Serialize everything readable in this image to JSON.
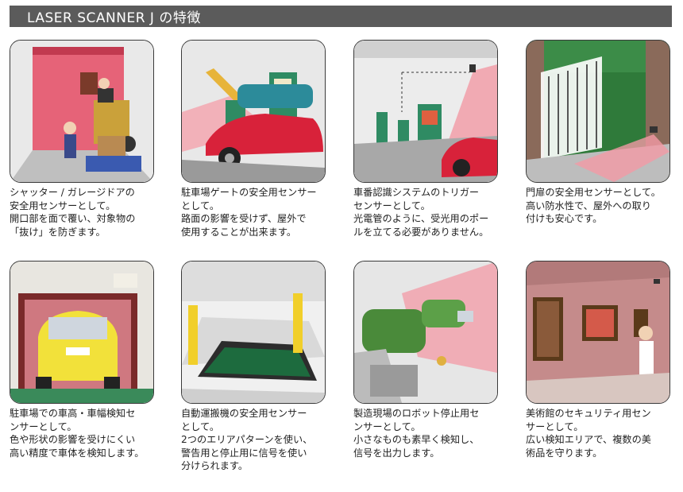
{
  "header": {
    "title": "LASER SCANNER J の特徴"
  },
  "cards": [
    {
      "lines": [
        "シャッター / ガレージドアの",
        "安全用センサーとして。",
        "開口部を面で覆い、対象物の",
        "「抜け」を防ぎます。"
      ]
    },
    {
      "lines": [
        "駐車場ゲートの安全用センサー",
        "として。",
        "路面の影響を受けず、屋外で",
        "使用することが出来ます。"
      ]
    },
    {
      "lines": [
        "車番認識システムのトリガー",
        "センサーとして。",
        "光電管のように、受光用のポー",
        "ルを立てる必要がありません。"
      ]
    },
    {
      "lines": [
        "門扉の安全用センサーとして。",
        "高い防水性で、屋外への取り",
        "付けも安心です。"
      ]
    },
    {
      "lines": [
        "駐車場での車高・車幅検知セ",
        "ンサーとして。",
        "色や形状の影響を受けにくい",
        "高い精度で車体を検知します。"
      ]
    },
    {
      "lines": [
        "自動運搬機の安全用センサー",
        "として。",
        "2つのエリアパターンを使い、",
        "警告用と停止用に信号を使い",
        "分けられます。"
      ]
    },
    {
      "lines": [
        "製造現場のロボット停止用セ",
        "ンサーとして。",
        "小さなものも素早く検知し、",
        "信号を出力します。"
      ]
    },
    {
      "lines": [
        "美術館のセキュリティ用セン",
        "サーとして。",
        "広い検知エリアで、複数の美",
        "術品を守ります。"
      ]
    }
  ]
}
